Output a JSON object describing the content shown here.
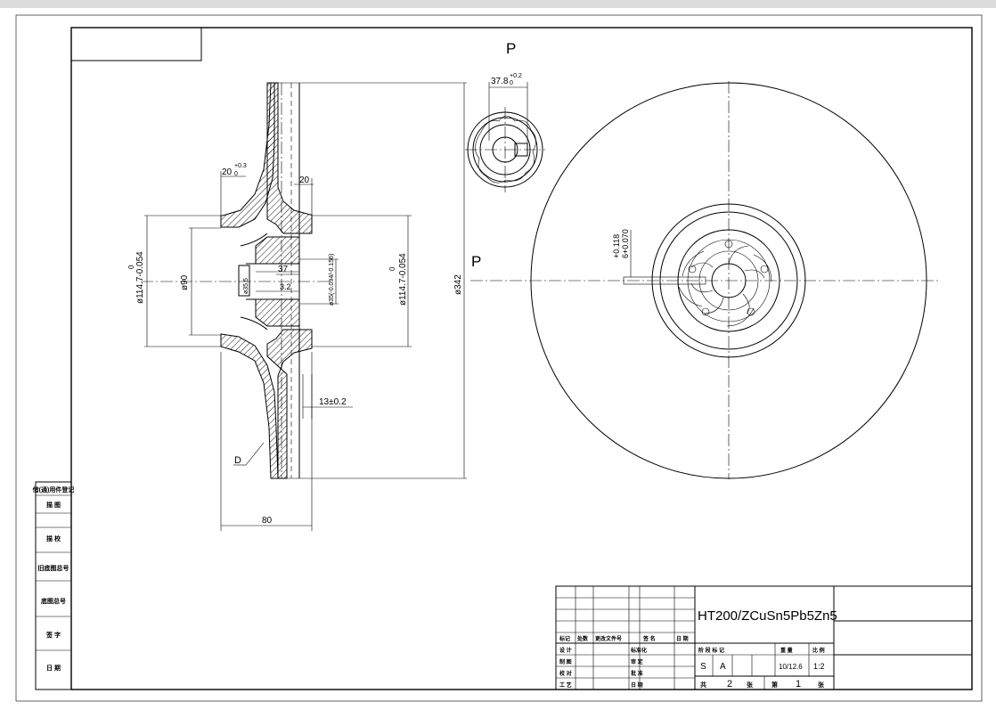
{
  "drawing": {
    "view_label_top": "P",
    "view_label_side": "P",
    "detail_label": "D",
    "dims": {
      "keyway_width_main": "37.8",
      "keyway_width_tol": "+0.2",
      "keyway_width_tol_low": "0",
      "left_flange_main": "20",
      "left_flange_tol": "+0.3",
      "left_flange_tol_low": "0",
      "right_flange": "20",
      "eye_diameter": "ø114.7-0.054",
      "eye_diameter_upper": "0",
      "inlet_diameter": "ø90",
      "hub_length": "37",
      "hub_small": "3.2",
      "bore_vertical": "ø35.5",
      "bore_diameter": "ø35(-0.094/-0.156)",
      "right_eye_diameter": "ø114.7-0.054",
      "right_eye_upper": "0",
      "outer_diameter": "ø342",
      "thickness": "13±0.2",
      "overall_width": "80",
      "key_tol_upper": "+0.118",
      "key_tol_lower": "6+0.070"
    }
  },
  "left_column": {
    "rows": [
      "借(通)用件登记",
      "描 图",
      "描 校",
      "旧底图总号",
      "底图总号",
      "签 字",
      "日 期"
    ]
  },
  "title_block": {
    "material": "HT200/ZCuSn5Pb5Zn5",
    "header_cells": [
      "标记",
      "处数",
      "更改文件号",
      "签 名",
      "日 期"
    ],
    "role_rows": [
      [
        "设 计",
        "标准化"
      ],
      [
        "制 图",
        "审 定"
      ],
      [
        "校 对",
        "批 准"
      ],
      [
        "工 艺",
        "日 期"
      ]
    ],
    "stage_header": [
      "阶 段 标 记",
      "重 量",
      "比 例"
    ],
    "stage_marks": [
      "S",
      "A"
    ],
    "weight": "10/12.6",
    "scale": "1:2",
    "sheets_total_label": "共",
    "sheets_total": "2",
    "sheets_unit": "张",
    "sheet_no_label": "第",
    "sheet_no": "1",
    "sheet_no_unit": "张"
  }
}
